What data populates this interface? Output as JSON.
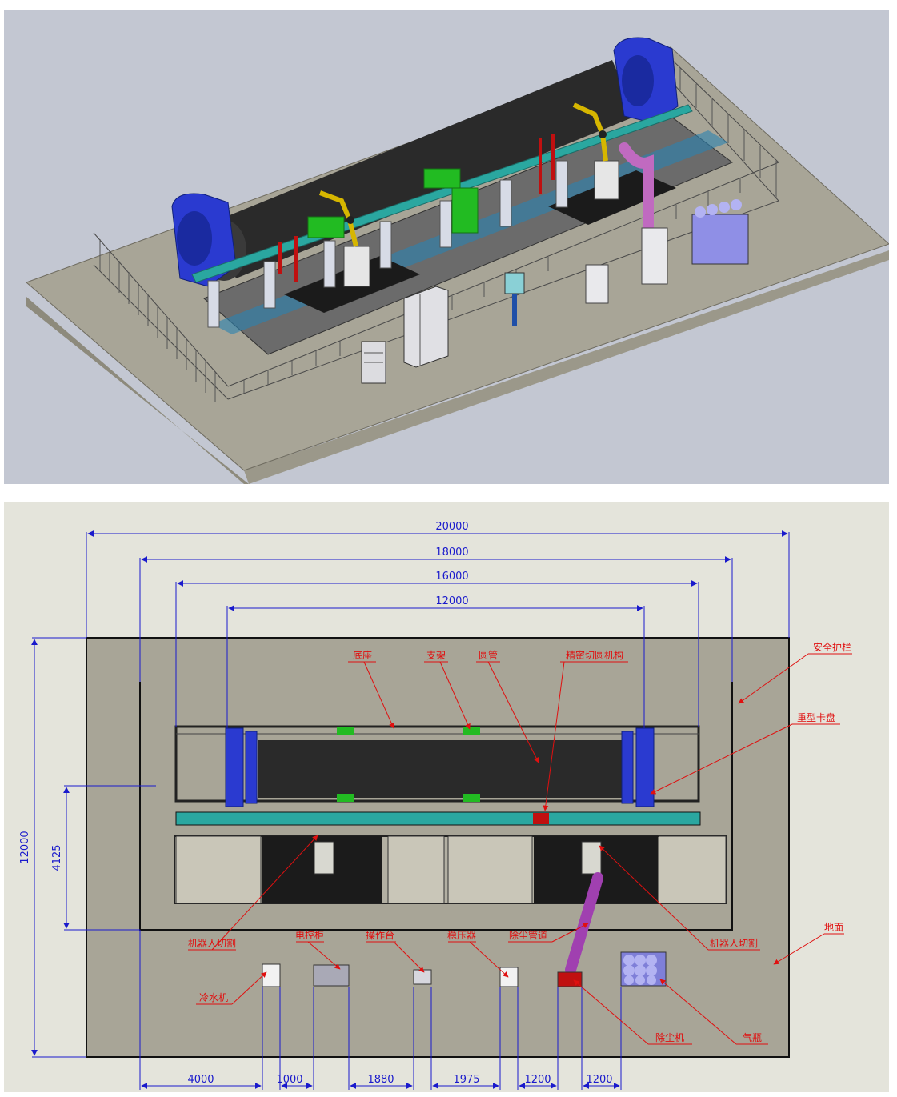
{
  "colors": {
    "iso_background": "#c3c7d2",
    "plan_background": "#e4e4db",
    "floor": "#a8a597",
    "dimension": "#1a1acc",
    "leader": "#e01010",
    "pipe": "#2a2a2a",
    "chuck": "#2a3ad0",
    "support": "#22bb22",
    "rail": "#2aa7a0"
  },
  "iso_view": {
    "components": [
      "pipe",
      "heavy-chuck",
      "robot-arm",
      "gantry-rail",
      "safety-fence",
      "control-cabinet",
      "gas-cylinders",
      "dust-duct"
    ]
  },
  "plan": {
    "dimensions_top": [
      "20000",
      "18000",
      "16000",
      "12000"
    ],
    "dimension_left_outer": "12000",
    "dimension_left_inner": "4125",
    "dimensions_bottom": [
      "4000",
      "1000",
      "1880",
      "1975",
      "1200",
      "1200"
    ],
    "labels": {
      "base": "底座",
      "support": "支架",
      "pipe": "圆管",
      "precision_cutting": "精密切圆机构",
      "safety_fence": "安全护栏",
      "heavy_chuck": "重型卡盘",
      "robot_cutting_left": "机器人切割",
      "robot_cutting_right": "机器人切割",
      "control_cabinet": "电控柜",
      "operation_console": "操作台",
      "voltage_stabilizer": "稳压器",
      "dust_duct": "除尘管道",
      "ground": "地面",
      "chiller": "冷水机",
      "dust_collector": "除尘机",
      "gas_cylinder": "气瓶"
    }
  }
}
